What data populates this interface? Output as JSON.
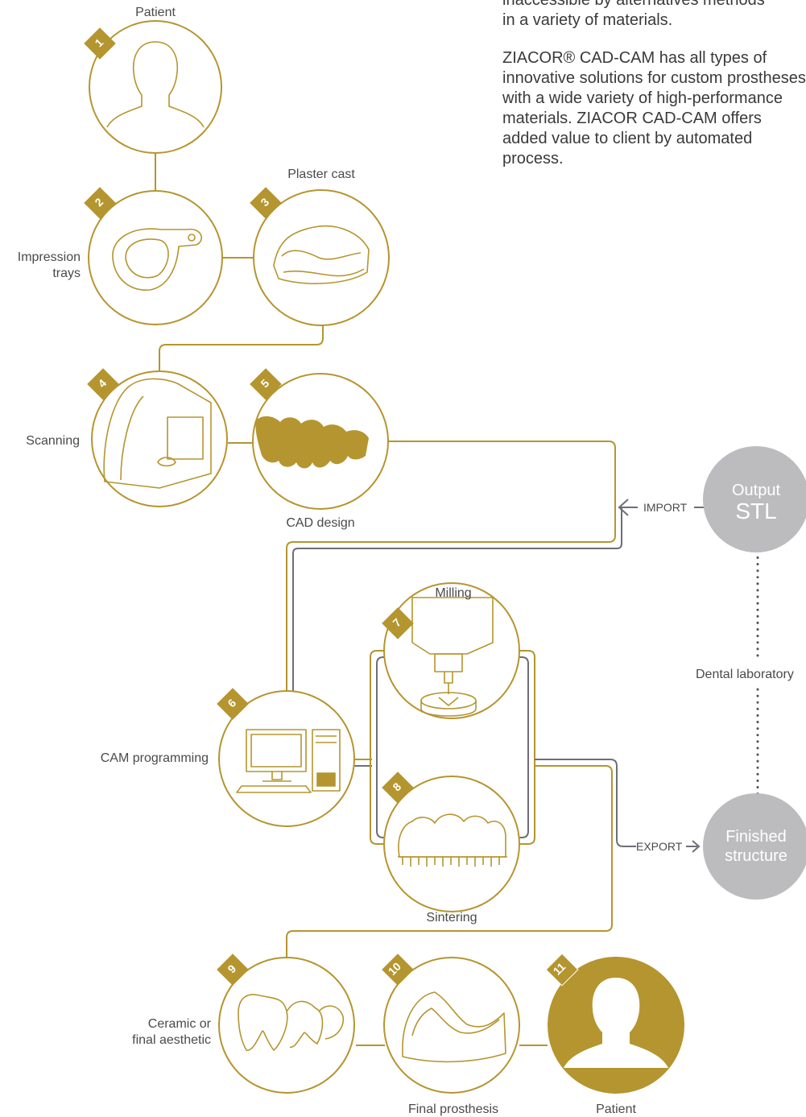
{
  "intro": {
    "para1_line1": "inaccessible by alternatives methods",
    "para1_line2": "in a variety  of materials.",
    "para2": "ZIACOR® CAD-CAM has all types of innovative solutions for custom prostheses with a wide variety of high-performance materials. ZIACOR CAD-CAM offers added value to client by automated process."
  },
  "steps": [
    {
      "num": "1",
      "label": "Patient",
      "icon": "patient-silhouette-icon"
    },
    {
      "num": "2",
      "label": "Impression\ntrays",
      "icon": "impression-tray-icon"
    },
    {
      "num": "3",
      "label": "Plaster cast",
      "icon": "plaster-cast-icon"
    },
    {
      "num": "4",
      "label": "Scanning",
      "icon": "scanner-icon"
    },
    {
      "num": "5",
      "label": "CAD design",
      "icon": "cad-bridge-icon"
    },
    {
      "num": "6",
      "label": "CAM programming",
      "icon": "computer-icon"
    },
    {
      "num": "7",
      "label": "Milling",
      "icon": "milling-machine-icon"
    },
    {
      "num": "8",
      "label": "Sintering",
      "icon": "sintered-teeth-icon"
    },
    {
      "num": "9",
      "label": "Ceramic or\nfinal aesthetic",
      "icon": "ceramic-crowns-icon"
    },
    {
      "num": "10",
      "label": "Final prosthesis",
      "icon": "final-prosthesis-icon"
    },
    {
      "num": "11",
      "label": "Patient",
      "icon": "patient-silhouette-icon"
    }
  ],
  "lab": {
    "output_line1": "Output",
    "output_line2": "STL",
    "import_label": "IMPORT",
    "lab_label": "Dental laboratory",
    "finished_line1": "Finished",
    "finished_line2": "structure",
    "export_label": "EXPORT"
  },
  "colors": {
    "gold": "#b5952f",
    "grey_circle": "#bcbcbe",
    "grey_line": "#6e6e78"
  }
}
